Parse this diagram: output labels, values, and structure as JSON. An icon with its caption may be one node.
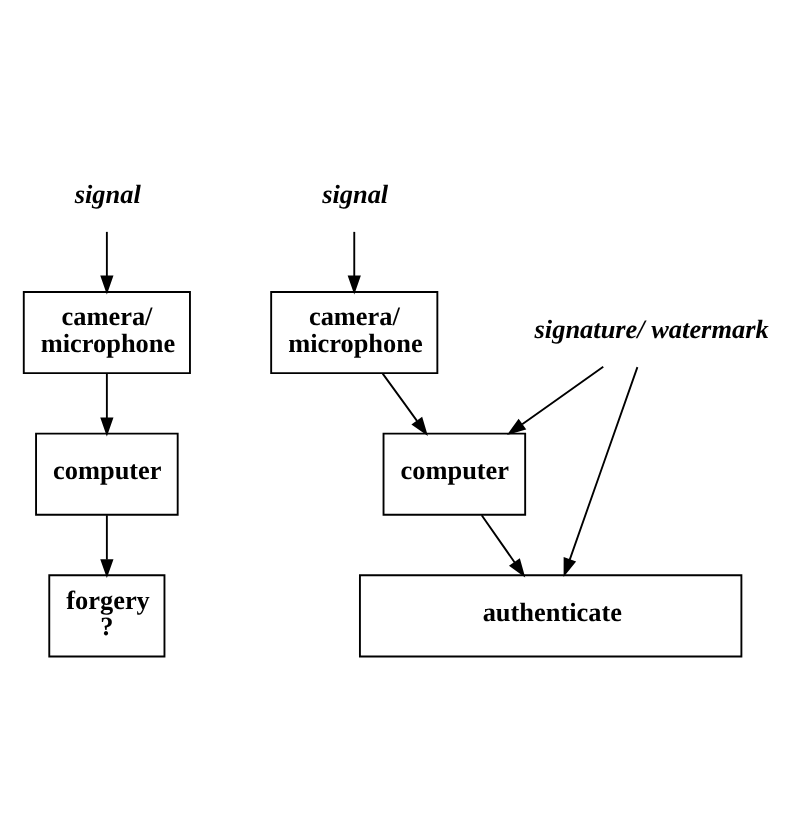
{
  "diagram": {
    "nodes": [
      {
        "text": [
          "signal"
        ]
      },
      {
        "text": [
          "camera/ microphone"
        ]
      },
      {
        "text": [
          "computer"
        ]
      },
      {
        "text": [
          "forgery ?"
        ]
      },
      {
        "text": [
          "signal"
        ]
      },
      {
        "text": [
          "camera/ microphone"
        ]
      },
      {
        "text": [
          "computer"
        ]
      },
      {
        "text": [
          "authenticate"
        ]
      },
      {
        "text": [
          "signature/ watermark"
        ]
      }
    ],
    "edges": [
      {
        "from": 0,
        "to": 1,
        "arrow": "to"
      },
      {
        "from": 1,
        "to": 2,
        "arrow": "to"
      },
      {
        "from": 2,
        "to": 3,
        "arrow": "to"
      },
      {
        "from": 4,
        "to": 5,
        "arrow": "to"
      },
      {
        "from": 5,
        "to": 6,
        "arrow": "to"
      },
      {
        "from": 8,
        "to": 6,
        "arrow": "to"
      },
      {
        "from": 6,
        "to": 7,
        "arrow": "to"
      },
      {
        "from": 8,
        "to": 7,
        "arrow": "to"
      }
    ]
  }
}
